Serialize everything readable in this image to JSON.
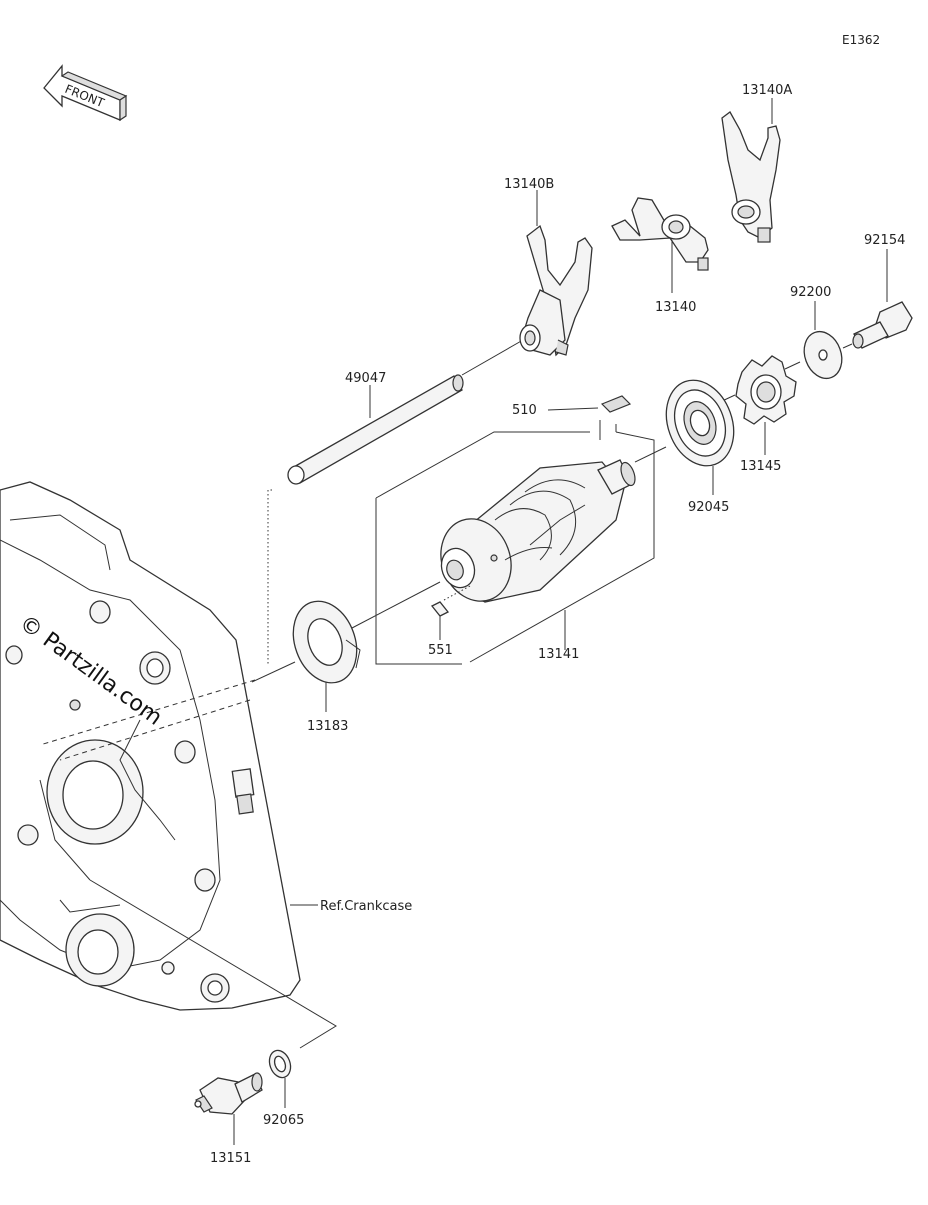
{
  "figure_id": "E1362",
  "front_marker": "FRONT",
  "watermark": "© Partzilla.com",
  "reference_label": "Ref.Crankcase",
  "part_labels": [
    {
      "id": "13140A",
      "text": "13140A"
    },
    {
      "id": "13140B",
      "text": "13140B"
    },
    {
      "id": "13140",
      "text": "13140"
    },
    {
      "id": "92154",
      "text": "92154"
    },
    {
      "id": "92200",
      "text": "92200"
    },
    {
      "id": "49047",
      "text": "49047"
    },
    {
      "id": "510",
      "text": "510"
    },
    {
      "id": "92045",
      "text": "92045"
    },
    {
      "id": "13145",
      "text": "13145"
    },
    {
      "id": "551",
      "text": "551"
    },
    {
      "id": "13141",
      "text": "13141"
    },
    {
      "id": "13183",
      "text": "13183"
    },
    {
      "id": "92065",
      "text": "92065"
    },
    {
      "id": "13151",
      "text": "13151"
    }
  ]
}
